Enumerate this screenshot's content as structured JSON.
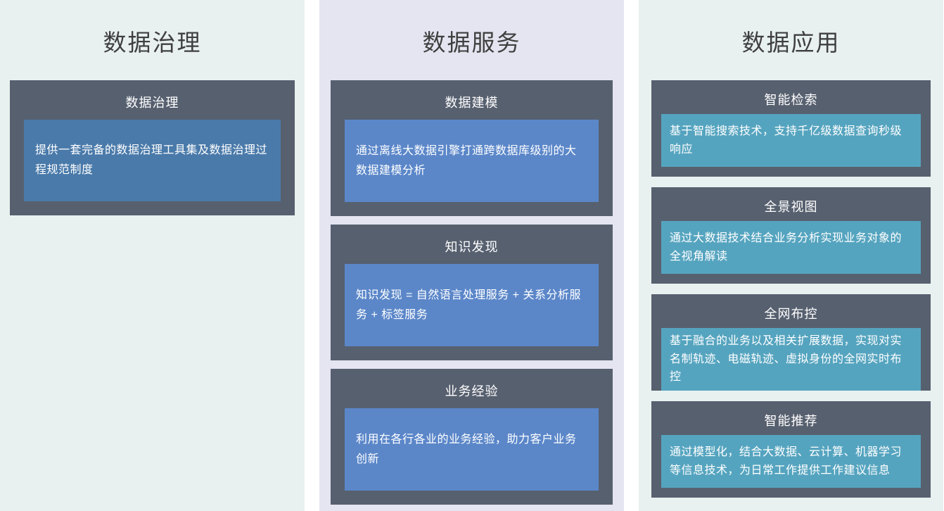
{
  "colors": {
    "governance_column_bg": "#e8f1f0",
    "service_column_bg": "#e5e5f1",
    "application_column_bg": "#e8f1f0",
    "card_bg": "#57606f",
    "governance_accent": "#4a7aaa",
    "service_accent": "#5b87c9",
    "application_accent": "#55a4bf",
    "title_color": "#3f3f3f",
    "card_text_color": "#ffffff"
  },
  "columns": [
    {
      "title": "数据治理",
      "cards": [
        {
          "header": "数据治理",
          "body": "提供一套完备的数据治理工具集及数据治理过程规范制度"
        }
      ]
    },
    {
      "title": "数据服务",
      "cards": [
        {
          "header": "数据建模",
          "body": "通过离线大数据引擎打通跨数据库级别的大数据建模分析"
        },
        {
          "header": "知识发现",
          "body": "知识发现 = 自然语言处理服务 + 关系分析服务 + 标签服务"
        },
        {
          "header": "业务经验",
          "body": "利用在各行各业的业务经验，助力客户业务创新"
        }
      ]
    },
    {
      "title": "数据应用",
      "cards": [
        {
          "header": "智能检索",
          "body": "基于智能搜索技术，支持千亿级数据查询秒级响应"
        },
        {
          "header": "全景视图",
          "body": "通过大数据技术结合业务分析实现业务对象的全视角解读"
        },
        {
          "header": "全网布控",
          "body": "基于融合的业务以及相关扩展数据，实现对实名制轨迹、电磁轨迹、虚拟身份的全网实时布控"
        },
        {
          "header": "智能推荐",
          "body": "通过模型化，结合大数据、云计算、机器学习等信息技术，为日常工作提供工作建议信息"
        }
      ]
    }
  ]
}
